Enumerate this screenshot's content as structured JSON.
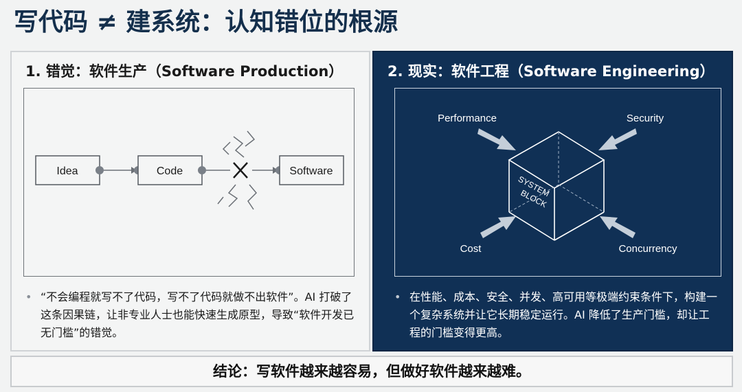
{
  "title": "写代码 ≠ 建系统：认知错位的根源",
  "left": {
    "heading": "1. 错觉：软件生产（Software Production）",
    "diagram": {
      "nodes": [
        "Idea",
        "Code",
        "Software"
      ]
    },
    "bullet": "“不会编程就写不了代码，写不了代码就做不出软件”。AI 打破了这条因果链，让非专业人士也能快速生成原型，导致“软件开发已无门槛”的错觉。"
  },
  "right": {
    "heading": "2. 现实：软件工程（Software Engineering）",
    "diagram": {
      "forces": {
        "top_left": "Performance",
        "top_right": "Security",
        "bottom_left": "Cost",
        "bottom_right": "Concurrency"
      },
      "block_line1": "SYSTEM",
      "block_line2": "BLOCK"
    },
    "bullet": "在性能、成本、安全、并发、高可用等极端约束条件下，构建一个复杂系统并让它长期稳定运行。AI 降低了生产门槛，却让工程的门槛变得更高。"
  },
  "conclusion": "结论：写软件越来越容易，但做好软件越来越难。",
  "colors": {
    "title": "#142f4c",
    "dark_panel": "#103055",
    "node_dot": "#7a8088"
  }
}
